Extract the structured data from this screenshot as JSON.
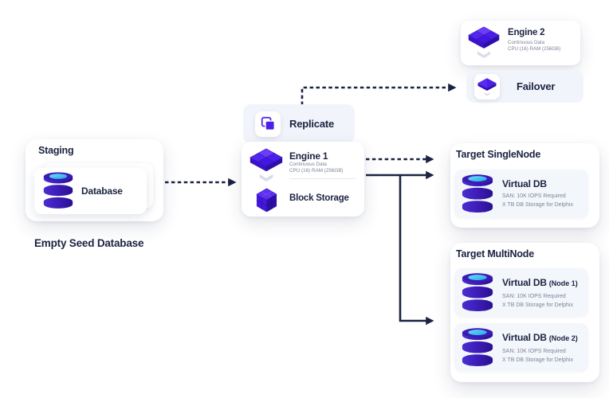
{
  "colors": {
    "accent_purple": "#4c1fe9",
    "navy_line_text": "#1b2342",
    "subtext_gray": "#7d8498",
    "cyan_db_top": "#41c6f2",
    "light_card_bg": "#f1f4fa"
  },
  "icons": {
    "engine": "isometric-cube-stack-icon",
    "failover": "flat-diamond-icon",
    "replicate": "copy-squares-icon",
    "block_storage": "cube-grid-icon",
    "database": "database-cylinder-icon",
    "chevron": "down-chevron-icon"
  },
  "cards": {
    "staging": {
      "title": "Staging",
      "database_label": "Database",
      "caption": "Empty Seed Database"
    },
    "replicate": {
      "label": "Replicate"
    },
    "engine1": {
      "title": "Engine 1",
      "subtitle1": "Continuous Data",
      "subtitle2": "CPU (16) RAM (256GB)",
      "block_storage_label": "Block Storage"
    },
    "engine2": {
      "title": "Engine 2",
      "subtitle1": "Continuous Data",
      "subtitle2": "CPU (16) RAM (256GB)"
    },
    "failover": {
      "label": "Failover"
    },
    "target_single": {
      "title": "Target SingleNode",
      "vdb": {
        "title": "Virtual DB",
        "line1": "SAN: 10K IOPS Required",
        "line2": "X TB DB Storage for Delphix"
      }
    },
    "target_multi": {
      "title": "Target MultiNode",
      "vdbs": [
        {
          "title": "Virtual DB",
          "suffix": "(Node 1)",
          "line1": "SAN: 10K IOPS Required",
          "line2": "X TB DB Storage for Delphix"
        },
        {
          "title": "Virtual DB",
          "suffix": "(Node 2)",
          "line1": "SAN: 10K IOPS Required",
          "line2": "X TB DB Storage for Delphix"
        }
      ]
    }
  }
}
